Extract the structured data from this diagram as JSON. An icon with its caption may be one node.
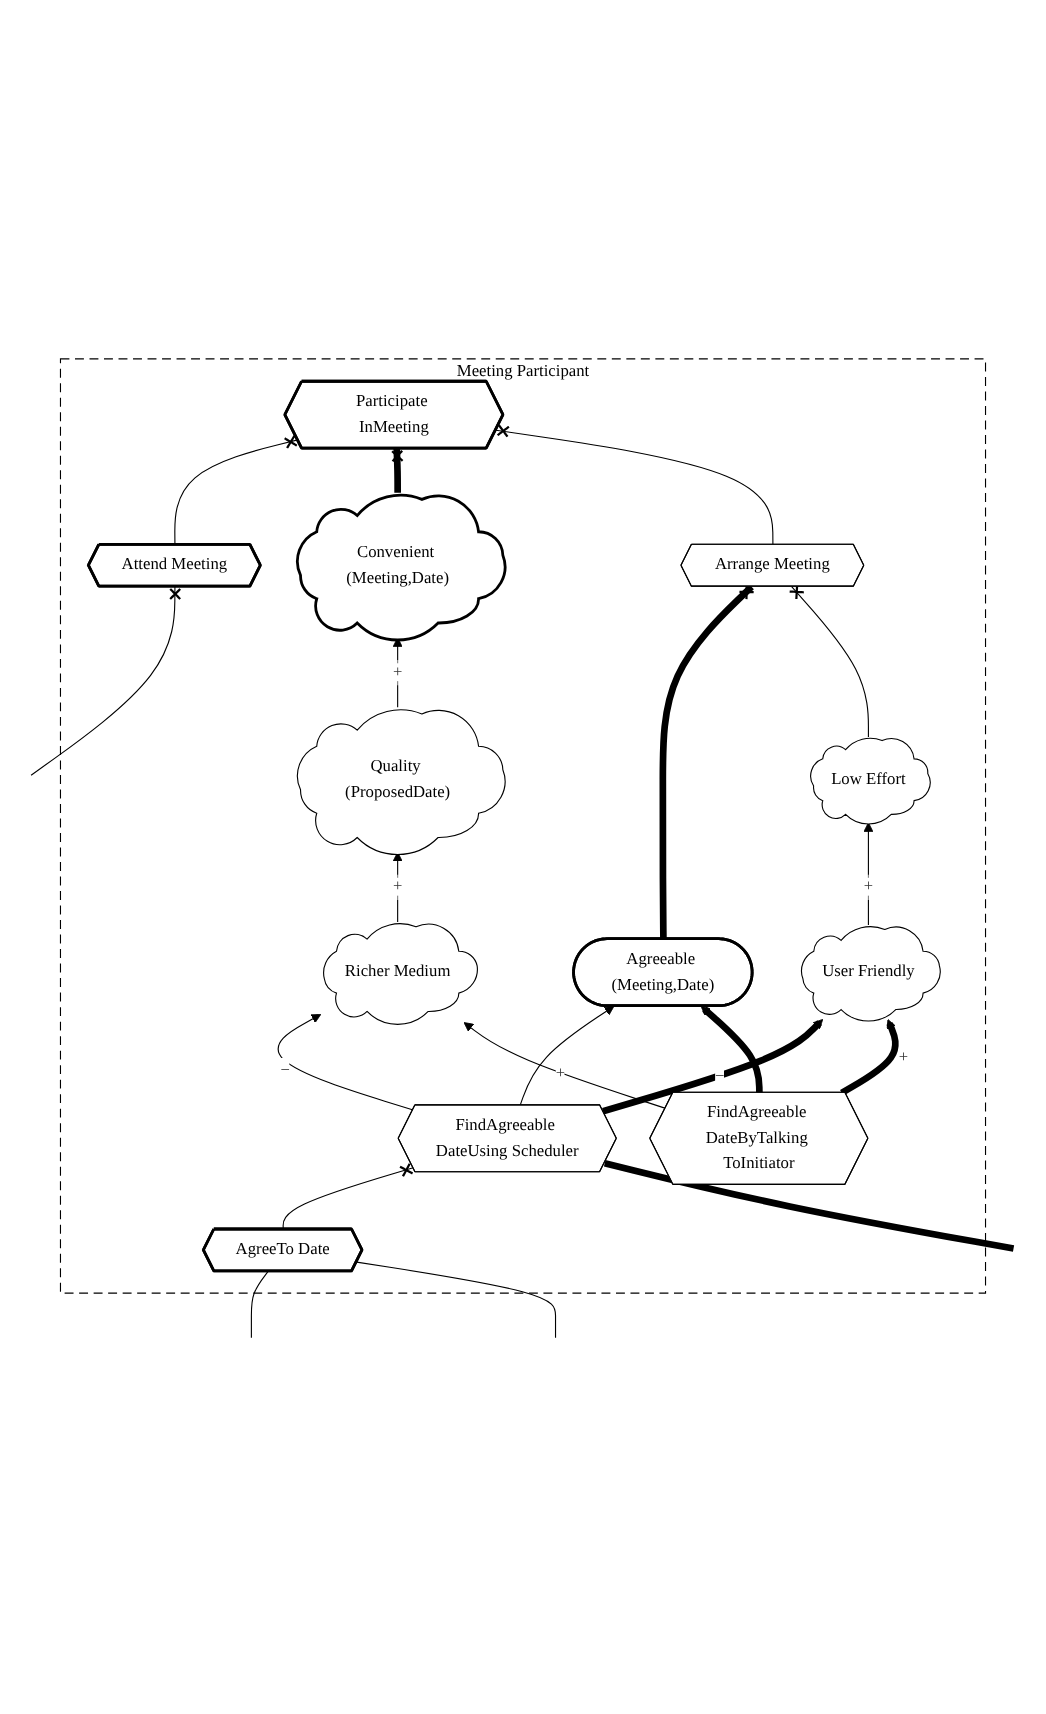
{
  "diagram": {
    "nodes": [
      {
        "text": [
          "Meeting Participant"
        ]
      },
      {
        "text": [
          "Participate InMeeting"
        ],
        "in": 0
      },
      {
        "text": [
          "Attend Meeting"
        ],
        "in": 0
      },
      {
        "text": [
          "Arrange Meeting"
        ],
        "in": 0
      },
      {
        "text": [
          "Convenient (Meeting,Date)"
        ],
        "in": 0
      },
      {
        "text": [
          "Quality (ProposedDate)"
        ],
        "in": 0
      },
      {
        "text": [
          "Agreeable (Meeting,Date)"
        ],
        "in": 0
      },
      {
        "text": [
          "Low Effort"
        ],
        "in": 0
      },
      {
        "text": [
          "Richer Medium"
        ],
        "in": 0
      },
      {
        "text": [
          "User Friendly"
        ],
        "in": 0
      },
      {
        "text": [
          "FindAgreeable DateUsing Scheduler"
        ],
        "in": 0
      },
      {
        "text": [
          "FindAgreeable DateByTalking ToInitiator"
        ],
        "in": 0
      },
      {
        "text": [
          "AgreeTo Date"
        ],
        "in": 0
      }
    ],
    "edges": [
      {
        "from": null,
        "to": 2,
        "arrow": "other"
      },
      {
        "from": 2,
        "to": 1,
        "arrow": "other"
      },
      {
        "from": 4,
        "to": 1,
        "arrow": "other",
        "style": "thick"
      },
      {
        "from": 3,
        "to": 1,
        "arrow": "other"
      },
      {
        "from": 6,
        "to": 3,
        "arrow": "other",
        "style": "thick"
      },
      {
        "from": 7,
        "to": 3,
        "arrow": "other"
      },
      {
        "from": 5,
        "to": 4,
        "arrow": "to",
        "label": "+"
      },
      {
        "from": 8,
        "to": 5,
        "arrow": "to",
        "label": "+"
      },
      {
        "from": 9,
        "to": 7,
        "arrow": "to",
        "label": "+"
      },
      {
        "from": 10,
        "to": 6,
        "arrow": "to"
      },
      {
        "from": 11,
        "to": 6,
        "arrow": "to",
        "style": "thick"
      },
      {
        "from": 10,
        "to": 8,
        "arrow": "to",
        "label": "−"
      },
      {
        "from": 11,
        "to": 8,
        "arrow": "to",
        "label": "+"
      },
      {
        "from": 10,
        "to": 9,
        "arrow": "to",
        "label": "−",
        "style": "thick"
      },
      {
        "from": 11,
        "to": 9,
        "arrow": "to",
        "label": "+",
        "style": "thick"
      },
      {
        "from": 12,
        "to": 10,
        "arrow": "other"
      },
      {
        "from": null,
        "to": 10,
        "arrow": "none",
        "style": "thick"
      },
      {
        "from": null,
        "to": 12,
        "arrow": "none"
      },
      {
        "from": null,
        "to": 12,
        "arrow": "none"
      }
    ]
  }
}
